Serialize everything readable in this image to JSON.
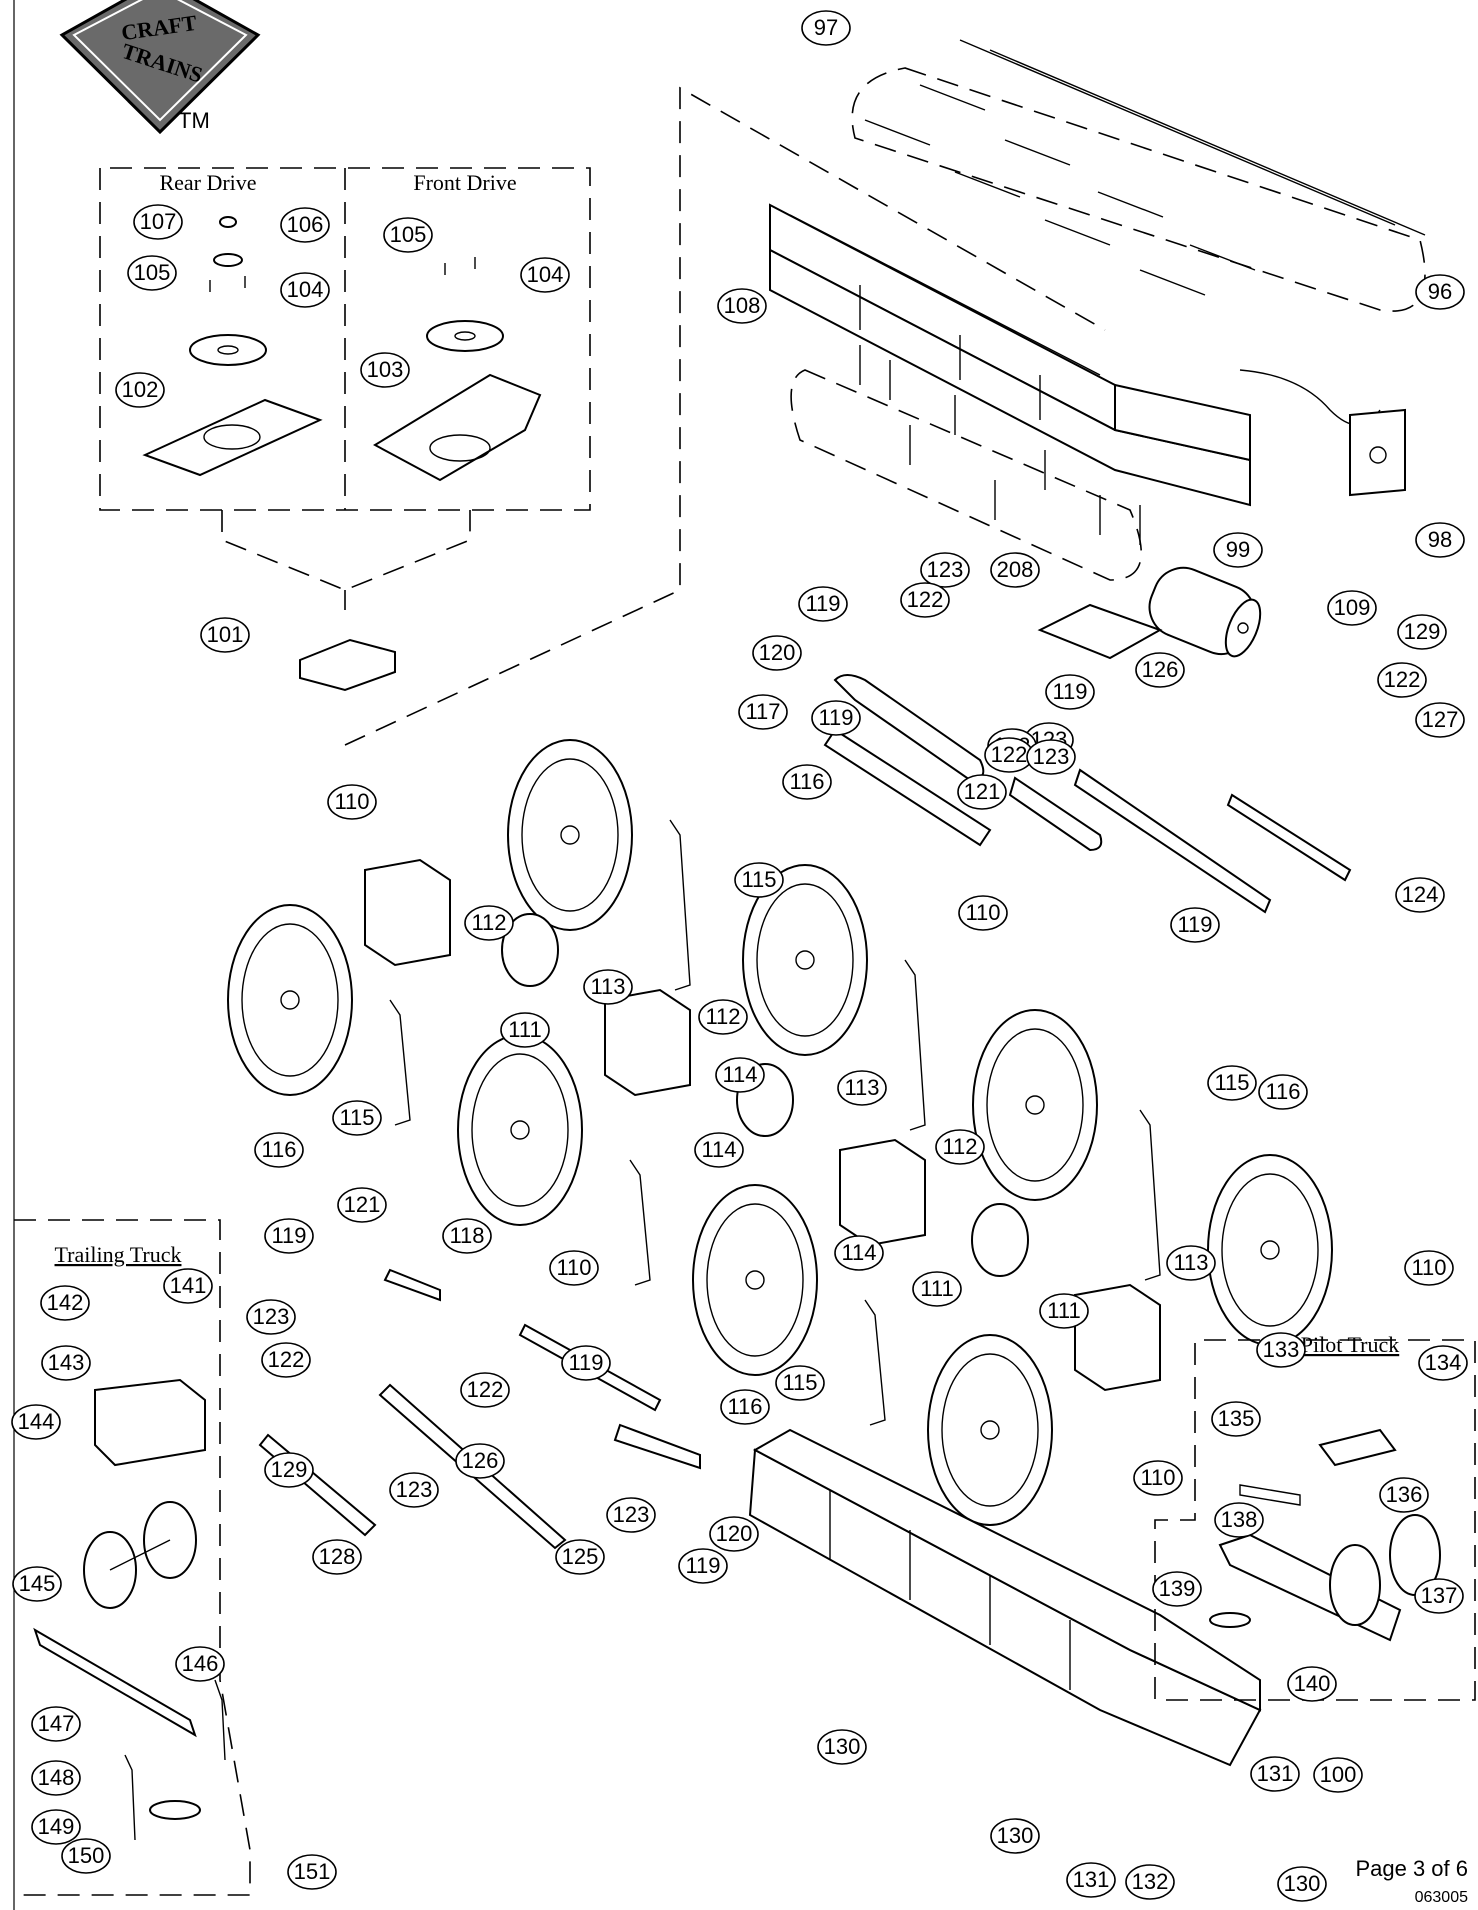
{
  "logo": {
    "line1": "CRAFT",
    "line2": "TRAINS",
    "tm": "TM"
  },
  "sections": {
    "rear_drive": "Rear Drive",
    "front_drive": "Front Drive",
    "trailing_truck": "Trailing Truck",
    "pilot_truck": "Pilot Truck"
  },
  "footer": {
    "page": "Page 3 of 6",
    "doc_number": "063005"
  },
  "callouts": [
    {
      "n": "97"
    },
    {
      "n": "96"
    },
    {
      "n": "107"
    },
    {
      "n": "106"
    },
    {
      "n": "105"
    },
    {
      "n": "104"
    },
    {
      "n": "102"
    },
    {
      "n": "103"
    },
    {
      "n": "105"
    },
    {
      "n": "104"
    },
    {
      "n": "101"
    },
    {
      "n": "108"
    },
    {
      "n": "99"
    },
    {
      "n": "98"
    },
    {
      "n": "208"
    },
    {
      "n": "109"
    },
    {
      "n": "123"
    },
    {
      "n": "122"
    },
    {
      "n": "119"
    },
    {
      "n": "120"
    },
    {
      "n": "129"
    },
    {
      "n": "122"
    },
    {
      "n": "127"
    },
    {
      "n": "126"
    },
    {
      "n": "119"
    },
    {
      "n": "123"
    },
    {
      "n": "122"
    },
    {
      "n": "117"
    },
    {
      "n": "119"
    },
    {
      "n": "122"
    },
    {
      "n": "123"
    },
    {
      "n": "121"
    },
    {
      "n": "124"
    },
    {
      "n": "119"
    },
    {
      "n": "110"
    },
    {
      "n": "112"
    },
    {
      "n": "116"
    },
    {
      "n": "115"
    },
    {
      "n": "113"
    },
    {
      "n": "110"
    },
    {
      "n": "114"
    },
    {
      "n": "111"
    },
    {
      "n": "112"
    },
    {
      "n": "113"
    },
    {
      "n": "116"
    },
    {
      "n": "115"
    },
    {
      "n": "115"
    },
    {
      "n": "116"
    },
    {
      "n": "112"
    },
    {
      "n": "114"
    },
    {
      "n": "113"
    },
    {
      "n": "110"
    },
    {
      "n": "121"
    },
    {
      "n": "119"
    },
    {
      "n": "118"
    },
    {
      "n": "110"
    },
    {
      "n": "114"
    },
    {
      "n": "111"
    },
    {
      "n": "123"
    },
    {
      "n": "122"
    },
    {
      "n": "122"
    },
    {
      "n": "119"
    },
    {
      "n": "115"
    },
    {
      "n": "116"
    },
    {
      "n": "110"
    },
    {
      "n": "126"
    },
    {
      "n": "123"
    },
    {
      "n": "129"
    },
    {
      "n": "123"
    },
    {
      "n": "125"
    },
    {
      "n": "128"
    },
    {
      "n": "119"
    },
    {
      "n": "120"
    },
    {
      "n": "141"
    },
    {
      "n": "142"
    },
    {
      "n": "143"
    },
    {
      "n": "144"
    },
    {
      "n": "145"
    },
    {
      "n": "146"
    },
    {
      "n": "147"
    },
    {
      "n": "148"
    },
    {
      "n": "149"
    },
    {
      "n": "150"
    },
    {
      "n": "151"
    },
    {
      "n": "133"
    },
    {
      "n": "134"
    },
    {
      "n": "135"
    },
    {
      "n": "136"
    },
    {
      "n": "138"
    },
    {
      "n": "137"
    },
    {
      "n": "139"
    },
    {
      "n": "140"
    },
    {
      "n": "130"
    },
    {
      "n": "100"
    },
    {
      "n": "131"
    },
    {
      "n": "130"
    },
    {
      "n": "131"
    },
    {
      "n": "132"
    },
    {
      "n": "130"
    },
    {
      "n": "111"
    }
  ]
}
